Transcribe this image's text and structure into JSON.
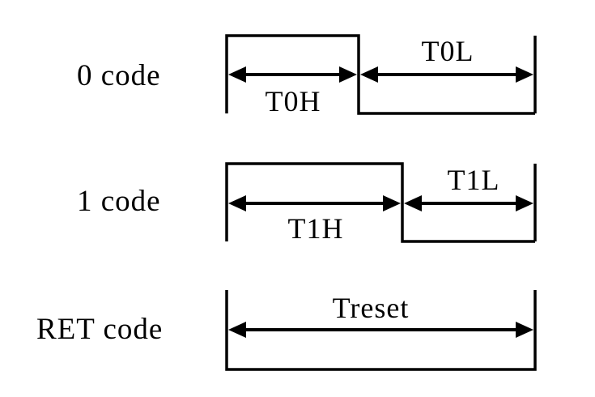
{
  "rows": [
    {
      "label": "0 code",
      "high_segment": "T0H",
      "low_segment": "T0L"
    },
    {
      "label": "1 code",
      "high_segment": "T1H",
      "low_segment": "T1L"
    },
    {
      "label": "RET code",
      "segment": "Treset"
    }
  ]
}
